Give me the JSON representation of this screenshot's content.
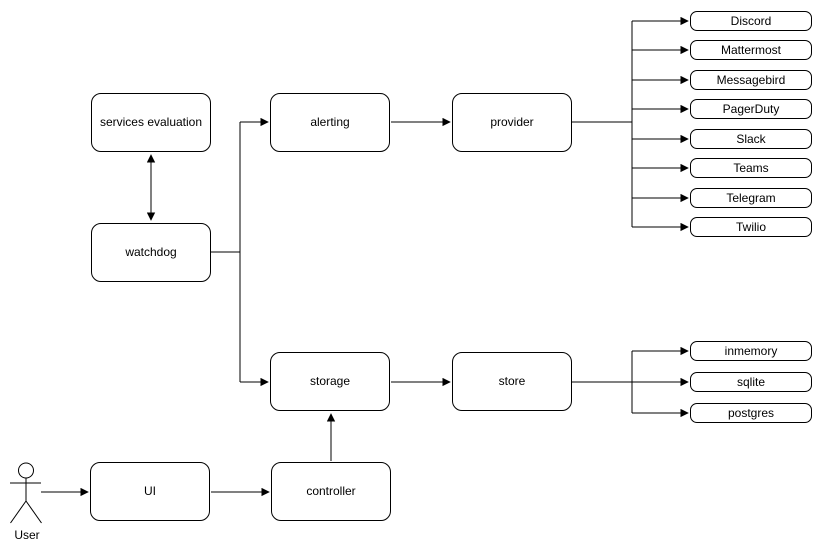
{
  "diagram": {
    "nodes": {
      "services_evaluation": {
        "label": "services evaluation"
      },
      "watchdog": {
        "label": "watchdog"
      },
      "alerting": {
        "label": "alerting"
      },
      "provider": {
        "label": "provider"
      },
      "storage": {
        "label": "storage"
      },
      "store": {
        "label": "store"
      },
      "ui": {
        "label": "UI"
      },
      "controller": {
        "label": "controller"
      }
    },
    "providers": [
      "Discord",
      "Mattermost",
      "Messagebird",
      "PagerDuty",
      "Slack",
      "Teams",
      "Telegram",
      "Twilio"
    ],
    "stores": [
      "inmemory",
      "sqlite",
      "postgres"
    ],
    "actor": {
      "label": "User"
    },
    "colors": {
      "stroke": "#000000",
      "node_fill": "#ffffff",
      "background": "#ffffff"
    }
  }
}
